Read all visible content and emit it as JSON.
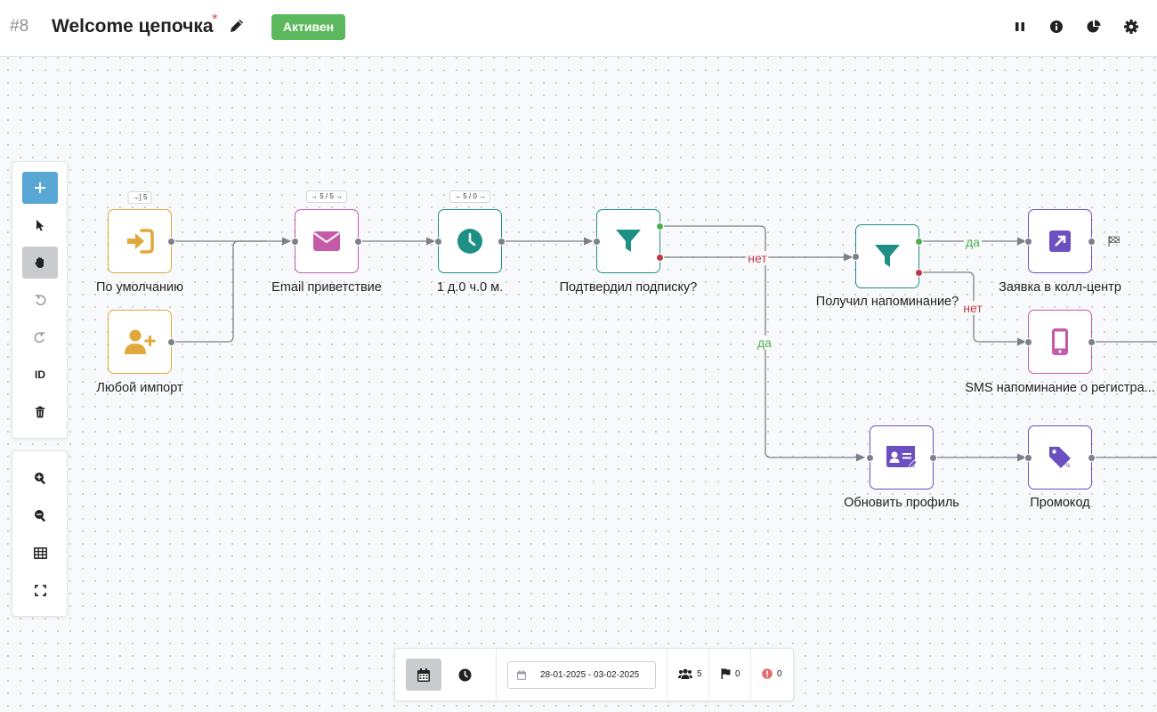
{
  "header": {
    "id": "#8",
    "title": "Welcome цепочка",
    "modified_marker": "*",
    "status": "Активен",
    "status_color": "#5cb85c",
    "actions": [
      "pause-icon",
      "info-icon",
      "chart-pie-icon",
      "gear-icon"
    ]
  },
  "toolbar": {
    "tools": [
      "plus-icon",
      "pointer-icon",
      "hand-icon",
      "undo-icon",
      "redo-icon",
      "id",
      "trash-icon"
    ],
    "id_label": "ID",
    "view_tools": [
      "zoom-in-icon",
      "zoom-out-icon",
      "grid-icon",
      "fullscreen-icon"
    ]
  },
  "nodes": {
    "default": {
      "label": "По умолчанию",
      "stat": "→] 5",
      "icon": "sign-in-icon"
    },
    "import": {
      "label": "Любой импорт",
      "icon": "user-plus-icon"
    },
    "email": {
      "label": "Email приветствие",
      "stat": "→ 5 / 5 →",
      "icon": "envelope-icon"
    },
    "delay": {
      "label": "1 д.0 ч.0 м.",
      "stat": "→ 5 / 0 →",
      "icon": "clock-icon"
    },
    "confirmed": {
      "label": "Подтвердил подписку?",
      "icon": "filter-icon"
    },
    "reminder": {
      "label": "Получил напоминание?",
      "icon": "filter-icon"
    },
    "callcenter": {
      "label": "Заявка в колл-центр",
      "icon": "external-link-icon"
    },
    "sms": {
      "label": "SMS напоминание о регистра...",
      "icon": "mobile-icon"
    },
    "profile": {
      "label": "Обновить профиль",
      "icon": "id-card-icon"
    },
    "promo": {
      "label": "Промокод",
      "icon": "tag-icon"
    }
  },
  "edge_labels": {
    "yes": "да",
    "no": "нет"
  },
  "colors": {
    "orange": "#e0a83a",
    "pink": "#c45aa8",
    "teal": "#1d8f84",
    "purple": "#6c4fc1",
    "yes": "#4caf50",
    "no": "#c0394b",
    "toolbar_add": "#5aa7d6"
  },
  "bottombar": {
    "date_range": "28-01-2025 - 03-02-2025",
    "users": "5",
    "flags": "0",
    "errors": "0"
  }
}
